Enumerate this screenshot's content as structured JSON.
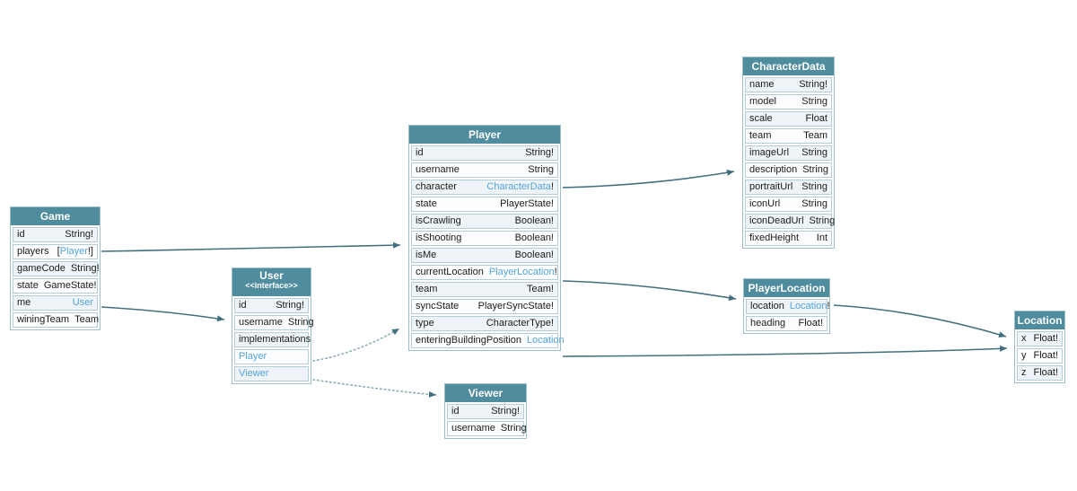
{
  "diagram": {
    "colors": {
      "header_bg": "#4e8c9e",
      "header_text": "#ffffff",
      "row_alt_bg": "#edf3f6",
      "row_bg": "#fcfdfe",
      "border": "#9dbfca",
      "link": "#55a3da",
      "edge": "#42707e",
      "edge_dotted": "#8aacb6"
    }
  },
  "tables": {
    "game": {
      "title": "Game",
      "rows": [
        {
          "kind": "field",
          "name": "id",
          "type": [
            {
              "text": "String!",
              "link": false
            }
          ]
        },
        {
          "kind": "field",
          "name": "players",
          "type": [
            {
              "text": "[",
              "link": false
            },
            {
              "text": "Player",
              "link": true
            },
            {
              "text": "!]",
              "link": false
            }
          ]
        },
        {
          "kind": "field",
          "name": "gameCode",
          "type": [
            {
              "text": "String!",
              "link": false
            }
          ]
        },
        {
          "kind": "field",
          "name": "state",
          "type": [
            {
              "text": "GameState!",
              "link": false
            }
          ]
        },
        {
          "kind": "field",
          "name": "me",
          "type": [
            {
              "text": "User",
              "link": true
            }
          ]
        },
        {
          "kind": "field",
          "name": "winingTeam",
          "type": [
            {
              "text": "Team",
              "link": false
            }
          ]
        }
      ]
    },
    "user": {
      "title": "User",
      "subtitle": "<<interface>>",
      "rows": [
        {
          "kind": "field",
          "name": "id",
          "type": [
            {
              "text": "String!",
              "link": false
            }
          ]
        },
        {
          "kind": "field",
          "name": "username",
          "type": [
            {
              "text": "String",
              "link": false
            }
          ]
        },
        {
          "kind": "section",
          "name": "implementations"
        },
        {
          "kind": "link",
          "name": "Player"
        },
        {
          "kind": "link",
          "name": "Viewer"
        }
      ]
    },
    "player": {
      "title": "Player",
      "rows": [
        {
          "kind": "field",
          "name": "id",
          "type": [
            {
              "text": "String!",
              "link": false
            }
          ]
        },
        {
          "kind": "field",
          "name": "username",
          "type": [
            {
              "text": "String",
              "link": false
            }
          ]
        },
        {
          "kind": "field",
          "name": "character",
          "type": [
            {
              "text": "CharacterData",
              "link": true
            },
            {
              "text": "!",
              "link": false
            }
          ]
        },
        {
          "kind": "field",
          "name": "state",
          "type": [
            {
              "text": "PlayerState!",
              "link": false
            }
          ]
        },
        {
          "kind": "field",
          "name": "isCrawling",
          "type": [
            {
              "text": "Boolean!",
              "link": false
            }
          ]
        },
        {
          "kind": "field",
          "name": "isShooting",
          "type": [
            {
              "text": "Boolean!",
              "link": false
            }
          ]
        },
        {
          "kind": "field",
          "name": "isMe",
          "type": [
            {
              "text": "Boolean!",
              "link": false
            }
          ]
        },
        {
          "kind": "field",
          "name": "currentLocation",
          "type": [
            {
              "text": "PlayerLocation",
              "link": true
            },
            {
              "text": "!",
              "link": false
            }
          ]
        },
        {
          "kind": "field",
          "name": "team",
          "type": [
            {
              "text": "Team!",
              "link": false
            }
          ]
        },
        {
          "kind": "field",
          "name": "syncState",
          "type": [
            {
              "text": "PlayerSyncState!",
              "link": false
            }
          ]
        },
        {
          "kind": "field",
          "name": "type",
          "type": [
            {
              "text": "CharacterType!",
              "link": false
            }
          ]
        },
        {
          "kind": "field",
          "name": "enteringBuildingPosition",
          "type": [
            {
              "text": "Location",
              "link": true
            }
          ]
        }
      ]
    },
    "viewer": {
      "title": "Viewer",
      "rows": [
        {
          "kind": "field",
          "name": "id",
          "type": [
            {
              "text": "String!",
              "link": false
            }
          ]
        },
        {
          "kind": "field",
          "name": "username",
          "type": [
            {
              "text": "String",
              "link": false
            }
          ]
        }
      ]
    },
    "characterData": {
      "title": "CharacterData",
      "rows": [
        {
          "kind": "field",
          "name": "name",
          "type": [
            {
              "text": "String!",
              "link": false
            }
          ]
        },
        {
          "kind": "field",
          "name": "model",
          "type": [
            {
              "text": "String",
              "link": false
            }
          ]
        },
        {
          "kind": "field",
          "name": "scale",
          "type": [
            {
              "text": "Float",
              "link": false
            }
          ]
        },
        {
          "kind": "field",
          "name": "team",
          "type": [
            {
              "text": "Team",
              "link": false
            }
          ]
        },
        {
          "kind": "field",
          "name": "imageUrl",
          "type": [
            {
              "text": "String",
              "link": false
            }
          ]
        },
        {
          "kind": "field",
          "name": "description",
          "type": [
            {
              "text": "String",
              "link": false
            }
          ]
        },
        {
          "kind": "field",
          "name": "portraitUrl",
          "type": [
            {
              "text": "String",
              "link": false
            }
          ]
        },
        {
          "kind": "field",
          "name": "iconUrl",
          "type": [
            {
              "text": "String",
              "link": false
            }
          ]
        },
        {
          "kind": "field",
          "name": "iconDeadUrl",
          "type": [
            {
              "text": "String",
              "link": false
            }
          ]
        },
        {
          "kind": "field",
          "name": "fixedHeight",
          "type": [
            {
              "text": "Int",
              "link": false
            }
          ]
        }
      ]
    },
    "playerLocation": {
      "title": "PlayerLocation",
      "rows": [
        {
          "kind": "field",
          "name": "location",
          "type": [
            {
              "text": "Location",
              "link": true
            },
            {
              "text": "!",
              "link": false
            }
          ]
        },
        {
          "kind": "field",
          "name": "heading",
          "type": [
            {
              "text": "Float!",
              "link": false
            }
          ]
        }
      ]
    },
    "location": {
      "title": "Location",
      "rows": [
        {
          "kind": "field",
          "name": "x",
          "type": [
            {
              "text": "Float!",
              "link": false
            }
          ]
        },
        {
          "kind": "field",
          "name": "y",
          "type": [
            {
              "text": "Float!",
              "link": false
            }
          ]
        },
        {
          "kind": "field",
          "name": "z",
          "type": [
            {
              "text": "Float!",
              "link": false
            }
          ]
        }
      ]
    }
  },
  "edges": [
    {
      "from": "Game.players",
      "to": "Player",
      "style": "solid"
    },
    {
      "from": "Game.me",
      "to": "User",
      "style": "solid"
    },
    {
      "from": "Player.character",
      "to": "CharacterData",
      "style": "solid"
    },
    {
      "from": "Player.currentLocation",
      "to": "PlayerLocation",
      "style": "solid"
    },
    {
      "from": "Player.enteringBuildingPosition",
      "to": "Location",
      "style": "solid"
    },
    {
      "from": "PlayerLocation.location",
      "to": "Location",
      "style": "solid"
    },
    {
      "from": "User.Player",
      "to": "Player",
      "style": "dotted"
    },
    {
      "from": "User.Viewer",
      "to": "Viewer",
      "style": "dotted"
    }
  ]
}
